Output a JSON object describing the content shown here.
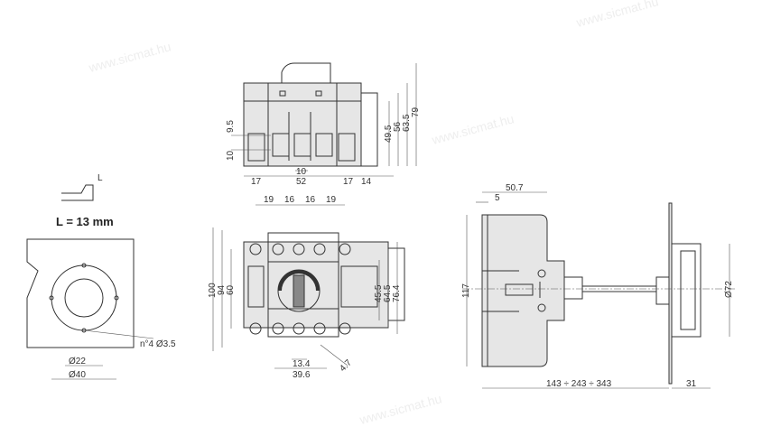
{
  "watermark": "www.sicmat.hu",
  "front_view": {
    "dims": [
      "9.5",
      "10",
      "17",
      "52",
      "10",
      "17",
      "14",
      "49.5",
      "56",
      "63.5",
      "79"
    ]
  },
  "top_view": {
    "dims": [
      "19",
      "16",
      "16",
      "19",
      "100",
      "94",
      "60",
      "45.5",
      "64.5",
      "76.4",
      "13.4",
      "39.6",
      "4.7"
    ]
  },
  "side_view": {
    "dims": [
      "50.7",
      "5",
      "117",
      "Ø72",
      "143 ÷ 243 ÷ 343",
      "31"
    ]
  },
  "cutout": {
    "l_label": "L",
    "l_value": "L = 13 mm",
    "holes": "n°4 Ø3.5",
    "inner_diameter": "Ø22",
    "outer_diameter": "Ø40"
  }
}
